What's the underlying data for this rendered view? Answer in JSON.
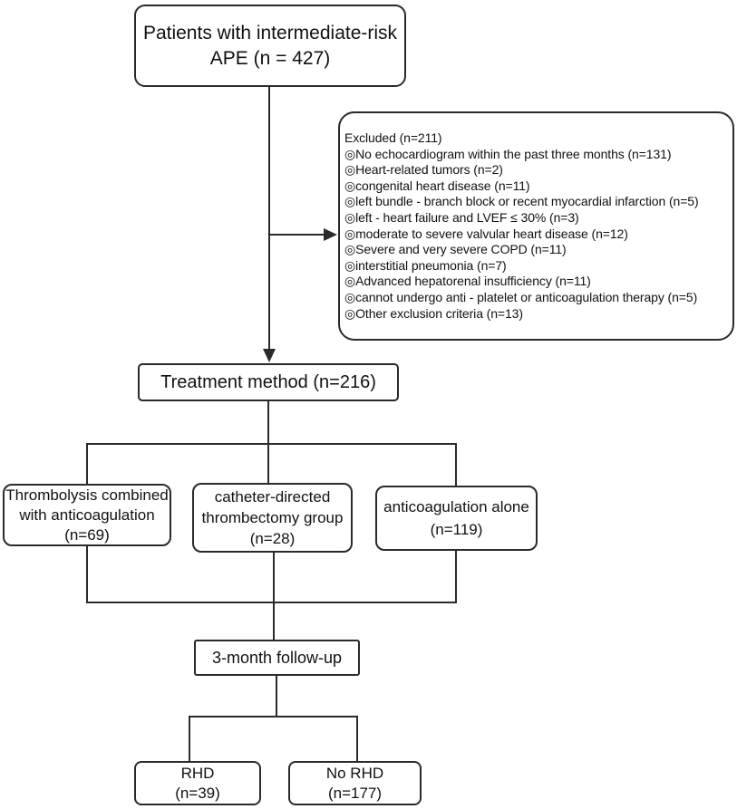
{
  "colors": {
    "line": "#2a2a2a",
    "border": "#2a2a2a",
    "text": "#111111",
    "background": "#ffffff"
  },
  "boxes": {
    "patients": {
      "lines": [
        "Patients with intermediate-risk",
        "APE (n = 427)"
      ]
    },
    "excluded": {
      "title": "Excluded (n=211)",
      "items": [
        "◎No echocardiogram within the past three months (n=131)",
        "◎Heart-related tumors (n=2)",
        "◎congenital heart disease (n=11)",
        "◎left bundle - branch block or recent myocardial infarction (n=5)",
        "◎left - heart failure and LVEF ≤ 30% (n=3)",
        "◎moderate to severe valvular heart disease (n=12)",
        "◎Severe and very severe COPD (n=11)",
        "◎interstitial pneumonia (n=7)",
        "◎Advanced hepatorenal insufficiency (n=11)",
        "◎cannot undergo anti - platelet or anticoagulation therapy (n=5)",
        "◎Other exclusion criteria (n=13)"
      ]
    },
    "treatment": {
      "label": "Treatment method (n=216)"
    },
    "thrombolysis": {
      "lines": [
        "Thrombolysis combined",
        "with anticoagulation",
        "(n=69)"
      ]
    },
    "thrombectomy": {
      "lines": [
        "catheter-directed",
        "thrombectomy group",
        "(n=28)"
      ]
    },
    "anticoagulation": {
      "lines": [
        "anticoagulation alone",
        "(n=119)"
      ]
    },
    "followup": {
      "label": "3-month follow-up"
    },
    "rhd": {
      "lines": [
        "RHD",
        "(n=39)"
      ]
    },
    "no_rhd": {
      "lines": [
        "No RHD",
        "(n=177)"
      ]
    }
  }
}
